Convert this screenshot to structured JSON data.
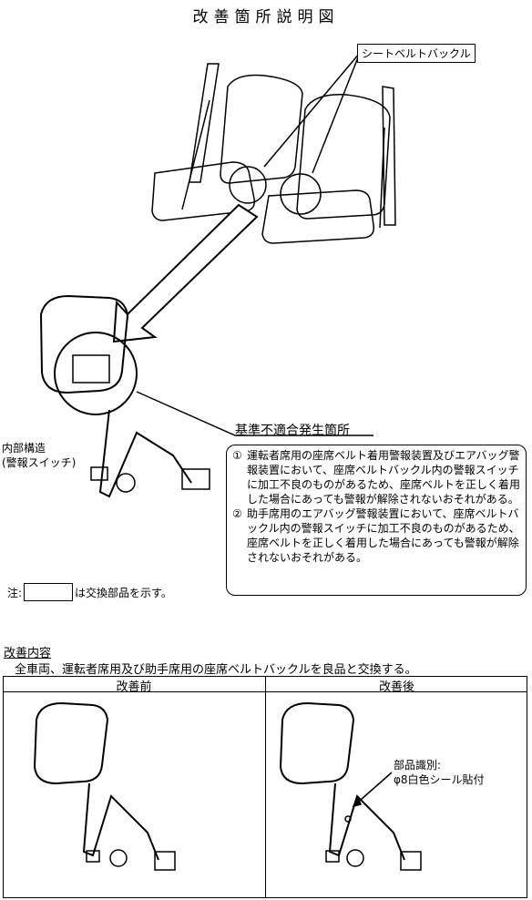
{
  "title": "改善箇所説明図",
  "callout_label": "シートベルトバックル",
  "inner_label": [
    "内部構造",
    "(警報スイッチ)"
  ],
  "defect_heading": "基準不適合発生箇所",
  "defects": [
    {
      "num": "①",
      "text": "運転者席用の座席ベルト着用警報装置及びエアバッグ警報装置において、座席ベルトバックル内の警報スイッチに加工不良のものがあるため、座席ベルトを正しく着用した場合にあっても警報が解除されないおそれがある。"
    },
    {
      "num": "②",
      "text": "助手席用のエアバッグ警報装置において、座席ベルトバックル内の警報スイッチに加工不良のものがあるため、座席ベルトを正しく着用した場合にあっても警報が解除されないおそれがある。"
    }
  ],
  "legend": {
    "prefix": "注:",
    "suffix": "は交換部品を示す。"
  },
  "kaizen": {
    "label": "改善内容",
    "text": "全車両、運転者席用及び助手席用の座席ベルトバックルを良品と交換する。"
  },
  "table": {
    "before": "改善前",
    "after": "改善後"
  },
  "part_id": [
    "部品識別:",
    "φ8白色シール貼付"
  ]
}
